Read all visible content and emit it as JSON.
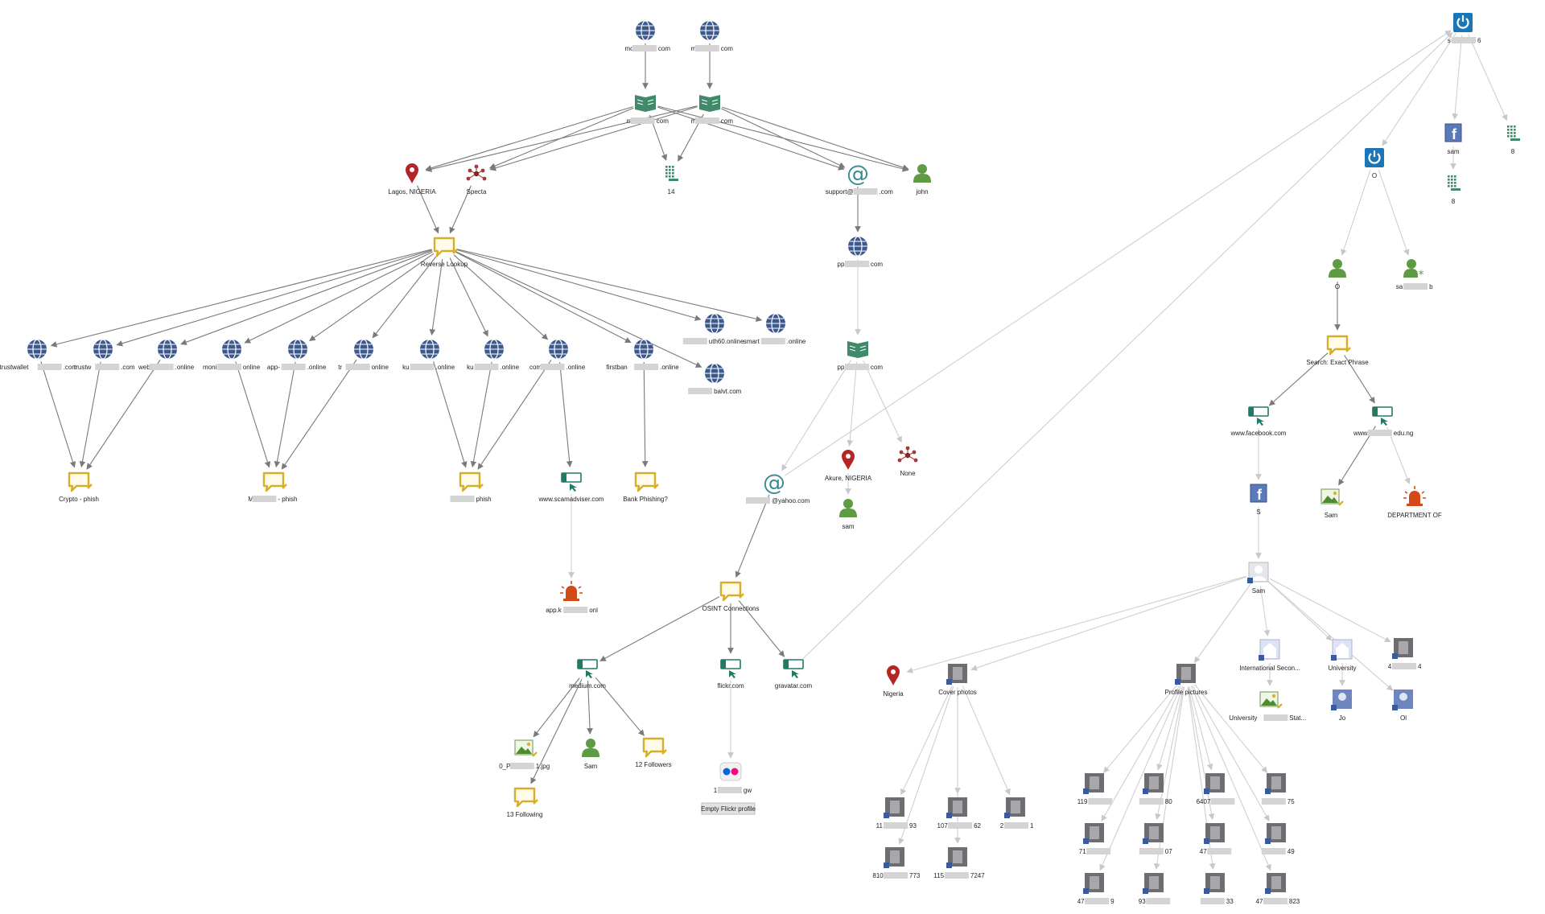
{
  "colors": {
    "globe": "#3d5a8f",
    "book": "#3f8a6a",
    "pin": "#b52525",
    "speech": "#d6ae2a",
    "person": "#5f9a45",
    "at": "#3c8c92",
    "alarm": "#d24a17",
    "shot": "#217a66",
    "edge": "#7a7a7a",
    "edgeLight": "#cfcfcf",
    "badge": "#1b76b8",
    "fb": "#3a5a9c"
  },
  "nodes": [
    {
      "id": "d1",
      "icon": "globe",
      "label": "mo",
      "blur": "com"
    },
    {
      "id": "d2",
      "icon": "globe",
      "label": "m",
      "blur": "com"
    },
    {
      "id": "w1",
      "icon": "book",
      "label": "m",
      "blur": "com"
    },
    {
      "id": "w2",
      "icon": "book",
      "label": "m",
      "blur": "com"
    },
    {
      "id": "lagos",
      "icon": "pin",
      "label": "Lagos, NIGERIA"
    },
    {
      "id": "specta",
      "icon": "network",
      "label": "Specta"
    },
    {
      "id": "ph1",
      "icon": "phone",
      "label": "14"
    },
    {
      "id": "support",
      "icon": "at",
      "label": "support@",
      "blur": ".com"
    },
    {
      "id": "john",
      "icon": "person",
      "label": "john"
    },
    {
      "id": "rev",
      "icon": "speech",
      "label": "Reverse Lookup"
    },
    {
      "id": "pp1",
      "icon": "globe",
      "label": "pp",
      "blur": "com"
    },
    {
      "id": "s1",
      "icon": "globe",
      "label": "trustwallet",
      "blur": ".com"
    },
    {
      "id": "s2",
      "icon": "globe",
      "label": "trustw",
      "blur": ".com"
    },
    {
      "id": "s3",
      "icon": "globe",
      "label": "web",
      "blur": ".online"
    },
    {
      "id": "s4",
      "icon": "globe",
      "label": "moni",
      "blur": "online"
    },
    {
      "id": "s5",
      "icon": "globe",
      "label": "app-",
      "blur": ".online"
    },
    {
      "id": "s6",
      "icon": "globe",
      "label": "tr",
      "blur": "online"
    },
    {
      "id": "s7",
      "icon": "globe",
      "label": "ku",
      "blur": ".online"
    },
    {
      "id": "s8",
      "icon": "globe",
      "label": "ku",
      "blur": ".online"
    },
    {
      "id": "s9",
      "icon": "globe",
      "label": "com",
      "blur": ".online"
    },
    {
      "id": "s10",
      "icon": "globe",
      "label": "firstban",
      "blur": ".online"
    },
    {
      "id": "s11",
      "icon": "globe",
      "label": "",
      "blur": "uth60.online"
    },
    {
      "id": "s12",
      "icon": "globe",
      "label": "smart",
      "blur": ".online"
    },
    {
      "id": "s13",
      "icon": "globe",
      "label": "",
      "blur": "balvt.com"
    },
    {
      "id": "pp2",
      "icon": "book",
      "label": "pp",
      "blur": "com"
    },
    {
      "id": "cph",
      "icon": "speech",
      "label": "Crypto - phish"
    },
    {
      "id": "mph",
      "icon": "speech",
      "label": "M",
      "blur": "- phish"
    },
    {
      "id": "kph",
      "icon": "speech",
      "label": "",
      "blur": "phish"
    },
    {
      "id": "scam",
      "icon": "shot",
      "label": "www.scamadviser.com"
    },
    {
      "id": "bank",
      "icon": "speech",
      "label": "Bank Phishing?"
    },
    {
      "id": "yahoo",
      "icon": "at",
      "label": "",
      "blur": "@yahoo.com"
    },
    {
      "id": "akure",
      "icon": "pin",
      "label": "Akure, NIGERIA"
    },
    {
      "id": "none",
      "icon": "network",
      "label": "None"
    },
    {
      "id": "sam1",
      "icon": "person",
      "label": "sam"
    },
    {
      "id": "alarm1",
      "icon": "alarm",
      "label": "app.k",
      "blur": "onl"
    },
    {
      "id": "osint",
      "icon": "speech",
      "label": "OSINT Connections"
    },
    {
      "id": "medium",
      "icon": "shot",
      "label": "medium.com"
    },
    {
      "id": "flickr",
      "icon": "shot",
      "label": "flickr.com"
    },
    {
      "id": "grav",
      "icon": "shot",
      "label": "gravatar.com"
    },
    {
      "id": "img1",
      "icon": "image",
      "label": "0_P",
      "blur": "1.jpg"
    },
    {
      "id": "sam2",
      "icon": "person",
      "label": "Sam"
    },
    {
      "id": "f12",
      "icon": "speech",
      "label": "12 Followers"
    },
    {
      "id": "f13",
      "icon": "speech",
      "label": "13 Following"
    },
    {
      "id": "flk",
      "icon": "flickr",
      "label": "1",
      "blur": "gw"
    },
    {
      "id": "tw1",
      "icon": "power",
      "label": "s",
      "blur": "6"
    },
    {
      "id": "fbt",
      "icon": "fb",
      "label": "sam"
    },
    {
      "id": "ph2",
      "icon": "phone",
      "label": "8"
    },
    {
      "id": "ph3",
      "icon": "phone",
      "label": "8"
    },
    {
      "id": "pw2",
      "icon": "power",
      "label": "O"
    },
    {
      "id": "op",
      "icon": "person",
      "label": "O"
    },
    {
      "id": "sx",
      "icon": "personstar",
      "label": "sa",
      "blur": "b"
    },
    {
      "id": "sep",
      "icon": "speech",
      "label": "Search: Exact Phrase"
    },
    {
      "id": "fbcom",
      "icon": "shot",
      "label": "www.facebook.com"
    },
    {
      "id": "eduw",
      "icon": "shot",
      "label": "www.",
      "blur": "edu.ng"
    },
    {
      "id": "fbS",
      "icon": "fb",
      "label": "S"
    },
    {
      "id": "imgS",
      "icon": "image",
      "label": "Sam"
    },
    {
      "id": "dept",
      "icon": "alarm",
      "label": "DEPARTMENT OF"
    },
    {
      "id": "samfb",
      "icon": "avatar",
      "label": "Sam"
    },
    {
      "id": "ng",
      "icon": "pin",
      "label": "Nigeria"
    },
    {
      "id": "cover",
      "icon": "photo",
      "label": "Cover photos"
    },
    {
      "id": "prof",
      "icon": "photo",
      "label": "Profile pictures"
    },
    {
      "id": "intl",
      "icon": "school",
      "label": "International Secon..."
    },
    {
      "id": "univ",
      "icon": "school",
      "label": "University"
    },
    {
      "id": "r4",
      "icon": "photo",
      "label": "4",
      "blur": "4"
    },
    {
      "id": "ustat",
      "icon": "image",
      "label": "University",
      "blur": "Stat..."
    },
    {
      "id": "jo",
      "icon": "fbphoto",
      "label": "Jo"
    },
    {
      "id": "ol",
      "icon": "fbphoto",
      "label": "Ol"
    },
    {
      "id": "c1",
      "icon": "photo",
      "label": "11",
      "blur": "93"
    },
    {
      "id": "c2",
      "icon": "photo",
      "label": "107",
      "blur": "62"
    },
    {
      "id": "c3",
      "icon": "photo",
      "label": "2",
      "blur": "1"
    },
    {
      "id": "c4",
      "icon": "photo",
      "label": "810",
      "blur": "773"
    },
    {
      "id": "c5",
      "icon": "photo",
      "label": "115",
      "blur": "7247"
    },
    {
      "id": "p1",
      "icon": "photo",
      "label": "119",
      "blur": ""
    },
    {
      "id": "p2",
      "icon": "photo",
      "label": "",
      "blur": "80"
    },
    {
      "id": "p3",
      "icon": "photo",
      "label": "6407",
      "blur": ""
    },
    {
      "id": "p4",
      "icon": "photo",
      "label": "",
      "blur": "75"
    },
    {
      "id": "p5",
      "icon": "photo",
      "label": "71",
      "blur": ""
    },
    {
      "id": "p6",
      "icon": "photo",
      "label": "",
      "blur": "07"
    },
    {
      "id": "p7",
      "icon": "photo",
      "label": "47",
      "blur": ""
    },
    {
      "id": "p8",
      "icon": "photo",
      "label": "",
      "blur": "49"
    },
    {
      "id": "p9",
      "icon": "photo",
      "label": "47",
      "blur": "9"
    },
    {
      "id": "p10",
      "icon": "photo",
      "label": "93",
      "blur": ""
    },
    {
      "id": "p11",
      "icon": "photo",
      "label": "",
      "blur": "33"
    },
    {
      "id": "p12",
      "icon": "photo",
      "label": "47",
      "blur": "823"
    }
  ],
  "notes": {
    "empty_flickr": "Empty Flickr profile"
  }
}
